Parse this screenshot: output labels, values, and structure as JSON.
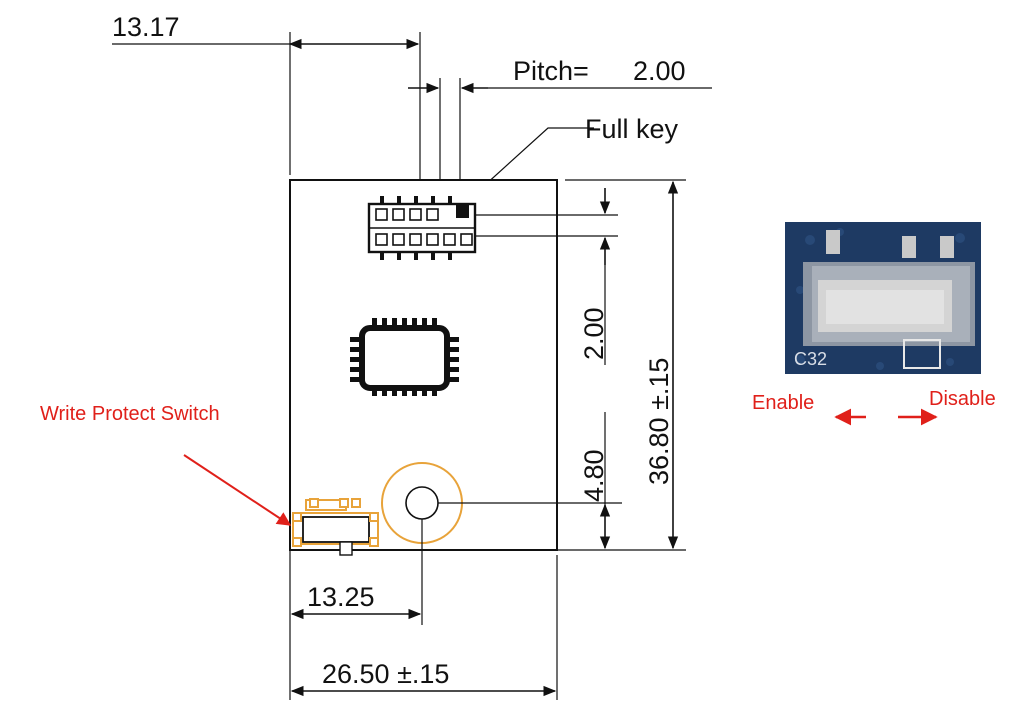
{
  "dimensions": {
    "offset_top": "13.17",
    "pitch_label": "Pitch=",
    "pitch_value": "2.00",
    "full_key": "Full key",
    "pitch_vertical": "2.00",
    "height": "36.80 ±.15",
    "hole_offset": "4.80",
    "hole_x": "13.25",
    "width": "26.50 ±.15"
  },
  "annotations": {
    "write_protect": "Write Protect Switch",
    "enable": "Enable",
    "disable": "Disable",
    "silkscreen": "C32"
  },
  "colors": {
    "annotation": "#e0201a",
    "board_photo": "#1e3a63",
    "switch_body": "#d4d4d4",
    "footprint": "#e8a33a"
  }
}
